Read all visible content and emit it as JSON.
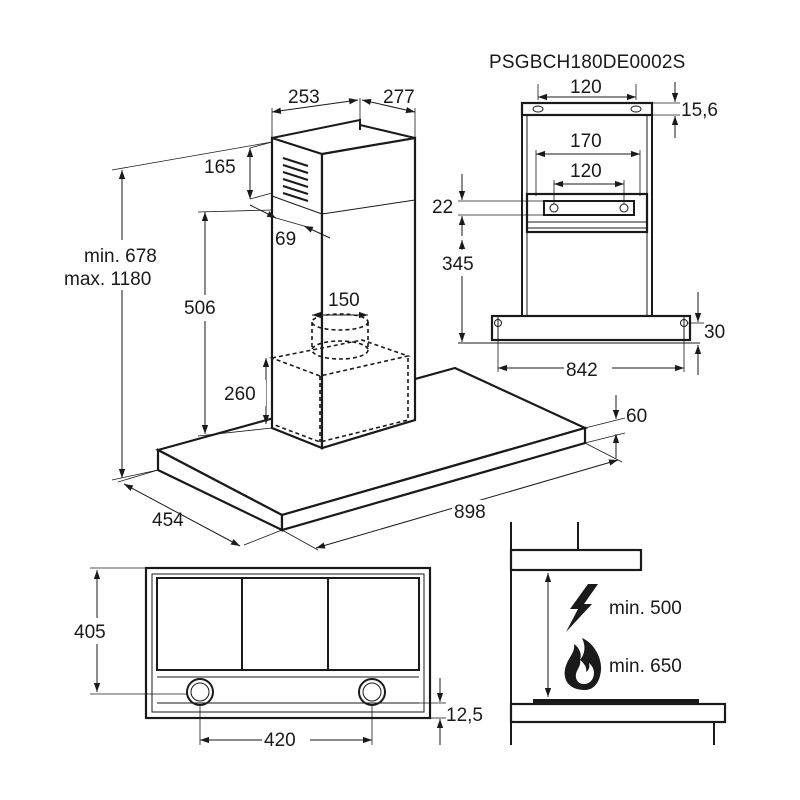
{
  "model_code": "PSGBCH180DE0002S",
  "main_view": {
    "duct_width": "253",
    "duct_depth": "277",
    "vent_height": "165",
    "vent_offset": "69",
    "height_range_min": "min. 678",
    "height_range_max": "max. 1180",
    "chimney_height": "506",
    "outlet_diameter": "150",
    "motor_height": "260",
    "canopy_thickness": "60",
    "depth": "454",
    "width": "898"
  },
  "bracket_view": {
    "top_hole_spacing": "120",
    "top_offset": "15,6",
    "bracket_outer_spacing": "170",
    "bracket_inner_spacing": "120",
    "bracket_height": "22",
    "bracket_to_hole": "345",
    "hole_offset": "30",
    "hole_spacing": "842"
  },
  "bottom_view": {
    "depth": "405",
    "lamp_spacing": "420",
    "edge_offset": "12,5"
  },
  "clearance_view": {
    "electric_min": "min. 500",
    "gas_min": "min. 650"
  },
  "icons": {
    "electric": "lightning-bolt-icon",
    "gas": "flame-icon"
  }
}
